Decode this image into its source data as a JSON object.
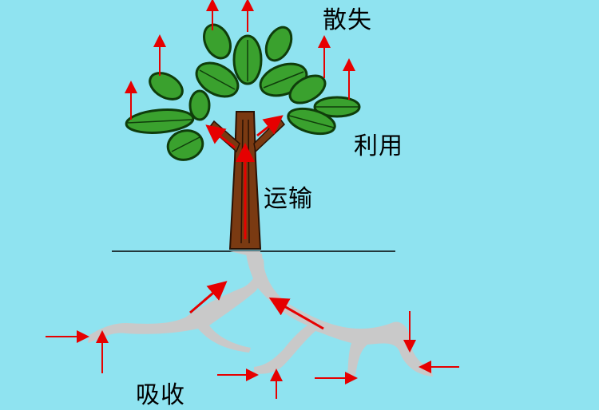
{
  "labels": {
    "dissipate": "散失",
    "utilize": "利用",
    "transport": "运输",
    "absorb": "吸收"
  },
  "colors": {
    "background": "#8fe3f0",
    "leaf": "#3aa12e",
    "leaf_dark": "#0f3d0b",
    "trunk": "#7a3a12",
    "trunk_dark": "#2a1204",
    "root": "#c9c9c9",
    "arrow": "#e60000",
    "ground_line": "#000000"
  }
}
